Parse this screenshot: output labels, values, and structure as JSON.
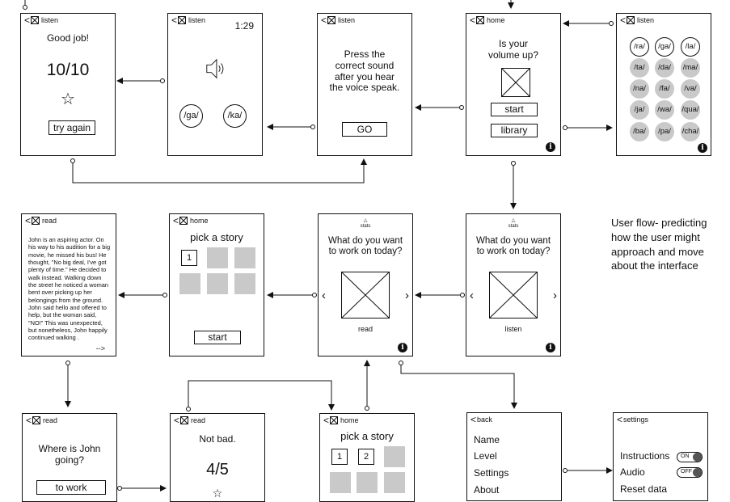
{
  "s_listen_done": {
    "title": "listen",
    "message": "Good job!",
    "score": "10/10",
    "button": "try again"
  },
  "s_listen_play": {
    "title": "listen",
    "timer": "1:29",
    "opt1": "/ga/",
    "opt2": "/ka/"
  },
  "s_listen_intro": {
    "title": "listen",
    "instructions": "Press the correct sound after you hear the voice speak.",
    "button": "GO"
  },
  "s_home_volume": {
    "title": "home",
    "question": "Is your volume up?",
    "btn_start": "start",
    "btn_library": "library"
  },
  "s_listen_library": {
    "title": "listen",
    "sounds": [
      "/ra/",
      "/ga/",
      "/la/",
      "/ta/",
      "/da/",
      "/ma/",
      "/na/",
      "/fa/",
      "/va/",
      "/ja/",
      "/wa/",
      "/qua/",
      "/ba/",
      "/pa/",
      "/cha/"
    ]
  },
  "s_read_story": {
    "title": "read",
    "text": "John is an aspiring actor. On his way to his audition for a big movie, he missed his bus! He thought, \"No big deal, I've got plenty of time.\" He decided to walk instead. Walking down the street he noticed a woman bent over picking up her belongings from the ground. John said hello and offered to help, but the woman said, \"NO!\" This was unexpected, but nonetheless, John happily continued walking .",
    "next": "-->"
  },
  "s_home_pick1": {
    "title": "home",
    "heading": "pick a story",
    "story1": "1",
    "button": "start"
  },
  "s_home_work_read": {
    "stats": "stats",
    "question": "What do you want to work on today?",
    "caption": "read"
  },
  "s_home_work_listen": {
    "stats": "stats",
    "question": "What do you want to work on today?",
    "caption": "listen"
  },
  "note": {
    "text": "User flow- predicting how the user might approach and move about the interface"
  },
  "s_read_question": {
    "title": "read",
    "question": "Where is John going?",
    "answer": "to work"
  },
  "s_read_result": {
    "title": "read",
    "message": "Not bad.",
    "score": "4/5"
  },
  "s_home_pick2": {
    "title": "home",
    "heading": "pick a story",
    "story1": "1",
    "story2": "2"
  },
  "s_menu": {
    "back": "back",
    "items": [
      "Name",
      "Level",
      "Settings",
      "About"
    ]
  },
  "s_settings": {
    "title": "settings",
    "instructions": "Instructions",
    "audio": "Audio",
    "reset": "Reset data",
    "on": "ON",
    "off": "OFF"
  }
}
